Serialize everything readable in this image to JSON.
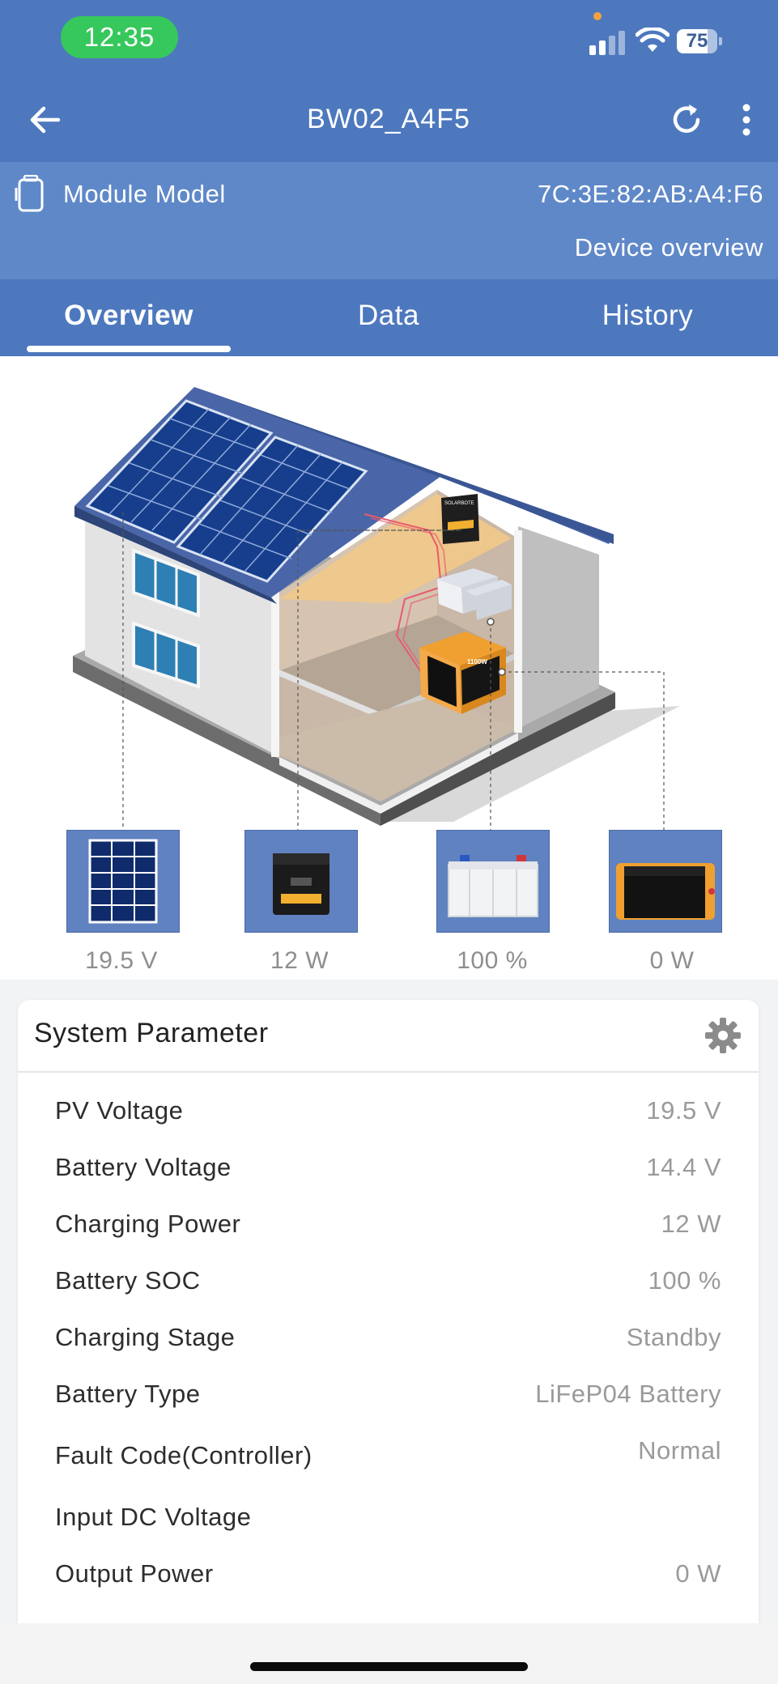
{
  "status_bar": {
    "time": "12:35",
    "battery_level": "75",
    "battery_fraction": 0.75,
    "icons": [
      "signal-icon",
      "wifi-icon",
      "battery-icon"
    ]
  },
  "nav": {
    "title": "BW02_A4F5",
    "icons": [
      "back-arrow-icon",
      "refresh-icon",
      "more-vertical-icon"
    ]
  },
  "module": {
    "label": "Module Model",
    "mac": "7C:3E:82:AB:A4:F6",
    "overview_link": "Device overview",
    "icon": "module-device-icon"
  },
  "tabs": [
    {
      "label": "Overview",
      "active": true
    },
    {
      "label": "Data",
      "active": false
    },
    {
      "label": "History",
      "active": false
    }
  ],
  "devices": [
    {
      "name": "solar-panel",
      "value": "19.5 V"
    },
    {
      "name": "charge-controller",
      "value": "12 W"
    },
    {
      "name": "battery",
      "value": "100 %"
    },
    {
      "name": "inverter",
      "value": "0 W"
    }
  ],
  "device_labels": {
    "controller_brand": "SOLARBOTE",
    "inverter_rating": "1100W"
  },
  "parameters": {
    "title": "System Parameter",
    "gear_icon": "gear-icon",
    "rows": [
      {
        "label": "PV Voltage",
        "value": "19.5 V"
      },
      {
        "label": "Battery Voltage",
        "value": "14.4 V"
      },
      {
        "label": "Charging Power",
        "value": "12 W"
      },
      {
        "label": "Battery SOC",
        "value": "100 %"
      },
      {
        "label": "Charging Stage",
        "value": "Standby"
      },
      {
        "label": "Battery Type",
        "value": "LiFeP04 Battery"
      },
      {
        "label": "Fault Code(Controller)",
        "value": "Normal"
      },
      {
        "label": "Input DC Voltage",
        "value": ""
      },
      {
        "label": "Output Power",
        "value": "0 W"
      }
    ]
  },
  "colors": {
    "header_blue": "#4d78be",
    "module_bar_blue": "#5f88c8",
    "tile_blue": "#6082c0",
    "time_pill_green": "#36c85c"
  }
}
